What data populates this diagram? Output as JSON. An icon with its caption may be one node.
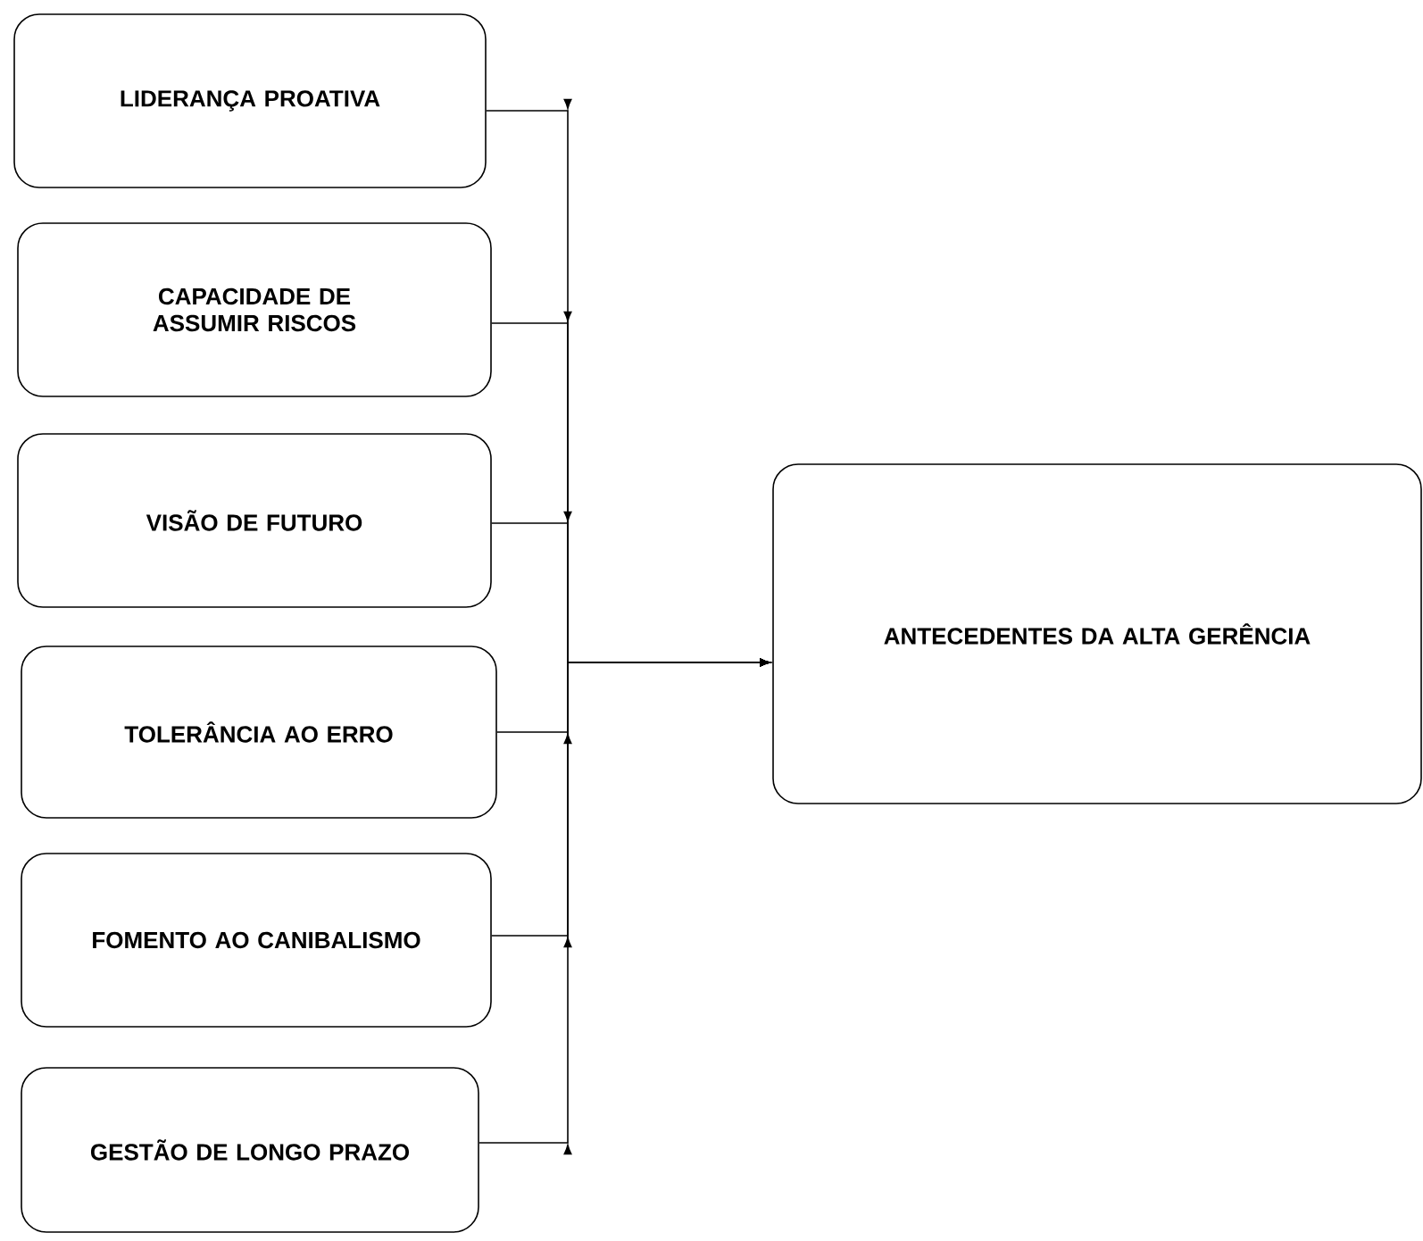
{
  "diagram": {
    "nodes": [
      {
        "text": [
          "LIDERANÇA PROATIVA"
        ]
      },
      {
        "text": [
          "CAPACIDADE DE ASSUMIR RISCOS"
        ]
      },
      {
        "text": [
          "VISÃO DE FUTURO"
        ]
      },
      {
        "text": [
          "TOLERÂNCIA AO ERRO"
        ]
      },
      {
        "text": [
          "FOMENTO AO CANIBALISMO"
        ]
      },
      {
        "text": [
          "GESTÃO DE LONGO PRAZO"
        ]
      },
      {
        "text": [
          "ANTECEDENTES DA ALTA GERÊNCIA"
        ]
      }
    ],
    "edges": [
      {
        "from": 0,
        "to": 6,
        "arrow": "to"
      },
      {
        "from": 1,
        "to": 6,
        "arrow": "to"
      },
      {
        "from": 2,
        "to": 6,
        "arrow": "to"
      },
      {
        "from": 3,
        "to": 6,
        "arrow": "to"
      },
      {
        "from": 4,
        "to": 6,
        "arrow": "to"
      },
      {
        "from": 5,
        "to": 6,
        "arrow": "to"
      }
    ]
  }
}
